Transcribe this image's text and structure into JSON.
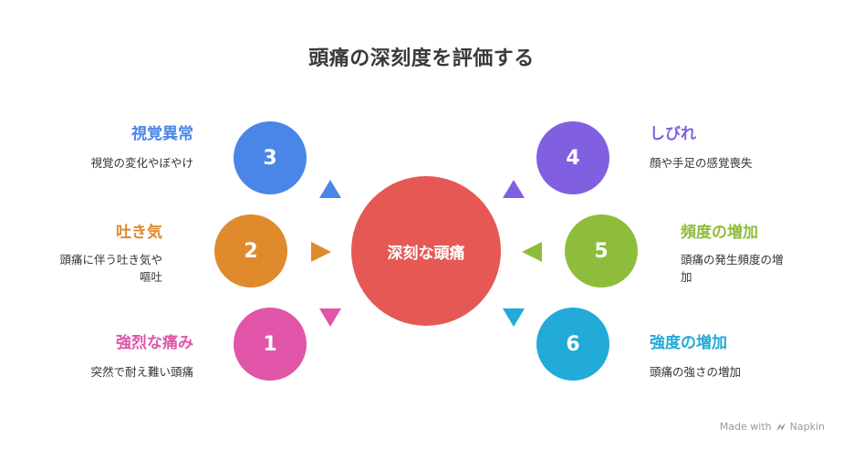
{
  "title": "頭痛の深刻度を評価する",
  "center": {
    "label": "深刻な頭痛",
    "color": "#e55854"
  },
  "items": [
    {
      "num": "3",
      "heading": "視覚異常",
      "desc": "視覚の変化やぼやけ",
      "color": "#4a86e8"
    },
    {
      "num": "2",
      "heading": "吐き気",
      "desc": "頭痛に伴う吐き気や\n嘔吐",
      "color": "#e08a2e"
    },
    {
      "num": "1",
      "heading": "強烈な痛み",
      "desc": "突然で耐え難い頭痛",
      "color": "#e055a8"
    },
    {
      "num": "4",
      "heading": "しびれ",
      "desc": "顔や手足の感覚喪失",
      "color": "#8060e0"
    },
    {
      "num": "5",
      "heading": "頻度の増加",
      "desc": "頭痛の発生頻度の増\n加",
      "color": "#8ebd3c"
    },
    {
      "num": "6",
      "heading": "強度の増加",
      "desc": "頭痛の強さの増加",
      "color": "#22aad8"
    }
  ],
  "footer": {
    "text": "Made with",
    "brand": "Napkin"
  }
}
